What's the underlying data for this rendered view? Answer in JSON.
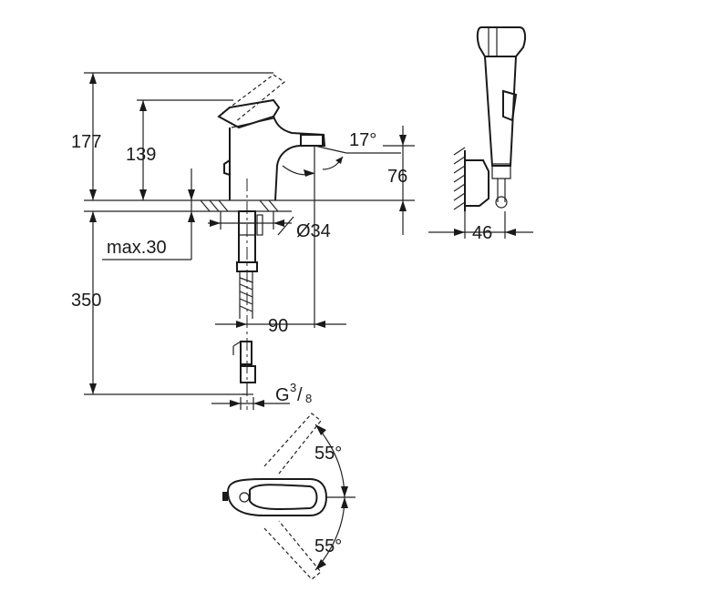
{
  "dimensions": {
    "height_lever_max": "177",
    "height_top": "139",
    "max_thickness": "max.30",
    "hose_length": "350",
    "spout_angle": "17°",
    "spout_height": "76",
    "hole_diameter": "Ø34",
    "spout_reach": "90",
    "connection_thread": {
      "letter": "G",
      "numerator": "3",
      "slash": "/",
      "denominator": "8"
    },
    "rotation_angle_upper": "55°",
    "rotation_angle_lower": "55°",
    "handshower_holder_depth": "46"
  }
}
